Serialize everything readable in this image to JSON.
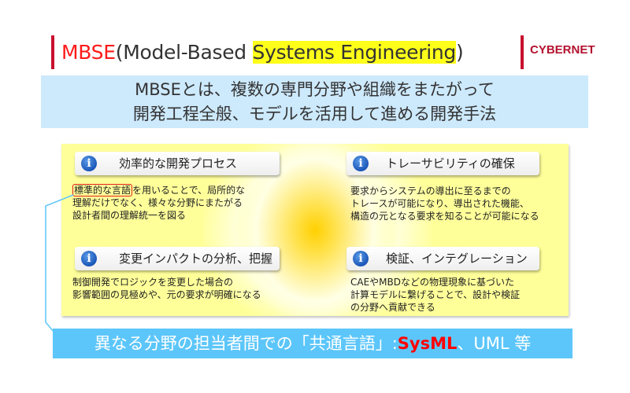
{
  "header": {
    "title_accent": "MBSE",
    "title_open": "(Model-Based ",
    "title_highlight": "Systems Engineering",
    "title_close": ")",
    "logo": "CYBERNET",
    "accent_color": "#c8102e"
  },
  "banner": {
    "line1": "MBSEとは、複数の専門分野や組織をまたがって",
    "line2": "開発工程全般、モデルを活用して進める開発手法",
    "background": "#cde9fc"
  },
  "cards": [
    {
      "icon": "info-icon",
      "title": "効率的な開発プロセス",
      "boxed_term": "標準的な言語",
      "lines": [
        "を用いることで、局所的な",
        "理解だけでなく、様々な分野にまたがる",
        "設計者間の理解統一を図る"
      ]
    },
    {
      "icon": "info-icon",
      "title": "トレーサビリティの確保",
      "lines": [
        "要求からシステムの導出に至るまでの",
        "トレースが可能になり、導出された機能、",
        "構造の元となる要求を知ることが可能になる"
      ]
    },
    {
      "icon": "info-icon",
      "title": "変更インパクトの分析、把握",
      "lines": [
        "制御開発でロジックを変更した場合の",
        "影響範囲の見極めや、元の要求が明確になる"
      ]
    },
    {
      "icon": "info-icon",
      "title": "検証、インテグレーション",
      "lines": [
        "CAEやMBDなどの物理現象に基づいた",
        "計算モデルに繋げることで、設計や検証",
        "の分野へ貢献できる"
      ]
    }
  ],
  "footer": {
    "prefix": "異なる分野の担当者間での「共通言語」:",
    "highlight": "SysML",
    "suffix": "、UML 等",
    "background": "#5cc6fa",
    "highlight_color": "#ff0000"
  }
}
